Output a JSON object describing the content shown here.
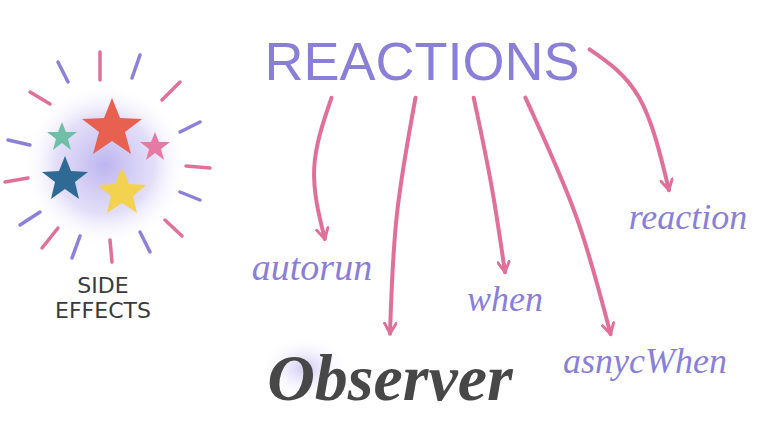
{
  "diagram": {
    "nodes": [
      {
        "text": [
          "REACTIONS"
        ]
      },
      {
        "text": [
          "autorun"
        ]
      },
      {
        "text": [
          "Observer"
        ]
      },
      {
        "text": [
          "when"
        ]
      },
      {
        "text": [
          "asnycWhen"
        ]
      },
      {
        "text": [
          "reaction"
        ]
      }
    ],
    "edges": [
      {
        "from": 0,
        "to": 1,
        "arrow": "to"
      },
      {
        "from": 0,
        "to": 2,
        "arrow": "to"
      },
      {
        "from": 0,
        "to": 3,
        "arrow": "to"
      },
      {
        "from": 0,
        "to": 4,
        "arrow": "to"
      },
      {
        "from": 0,
        "to": 5,
        "arrow": "to"
      }
    ],
    "labels": [
      "SIDE EFFECTS"
    ]
  }
}
